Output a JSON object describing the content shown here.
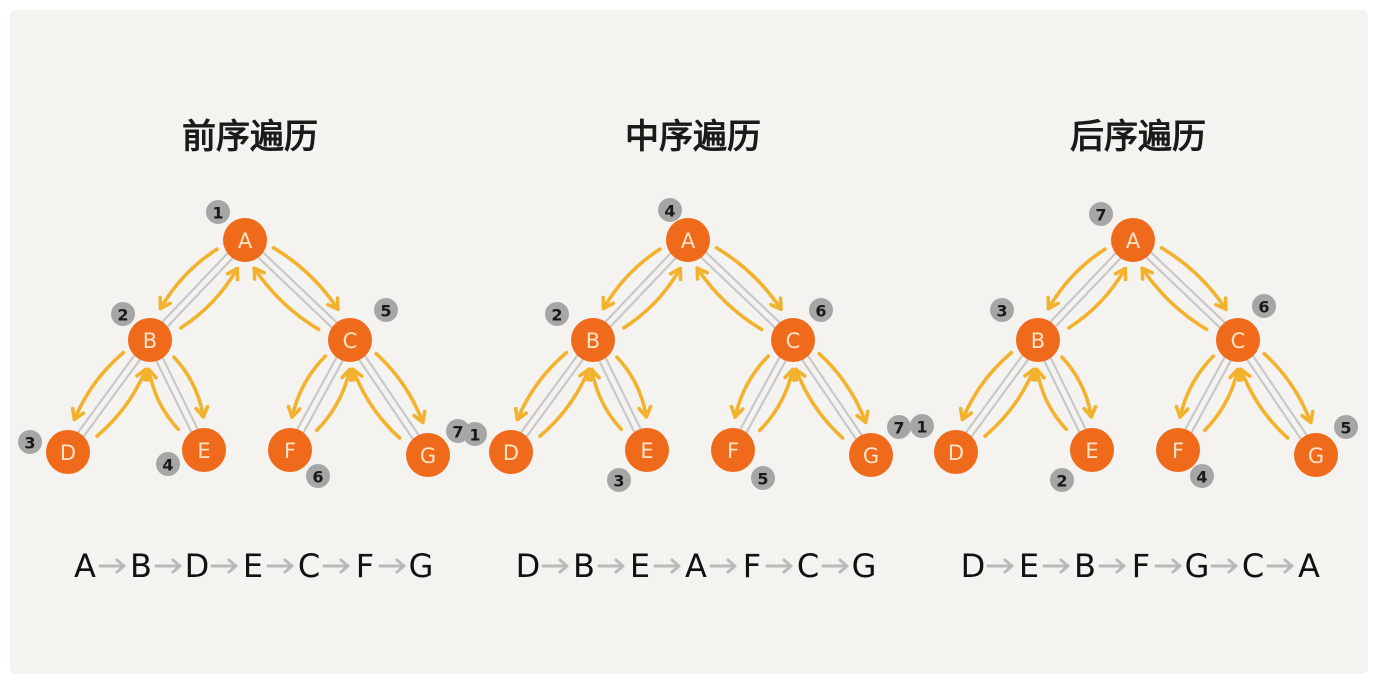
{
  "colors": {
    "background": "#f4f3f0",
    "node_fill": "#f06a1c",
    "node_label": "#ffe4c8",
    "traversal_arrow": "#f2b22e",
    "tree_edge": "#c9c9c9",
    "order_badge": "#a6a6a6",
    "sequence_arrow": "#b9b9b9",
    "text": "#1a1a1a"
  },
  "tree": {
    "nodes": [
      "A",
      "B",
      "C",
      "D",
      "E",
      "F",
      "G"
    ],
    "edges": [
      [
        "A",
        "B"
      ],
      [
        "A",
        "C"
      ],
      [
        "B",
        "D"
      ],
      [
        "B",
        "E"
      ],
      [
        "C",
        "F"
      ],
      [
        "C",
        "G"
      ]
    ]
  },
  "panels": [
    {
      "title": "前序遍历",
      "order": {
        "A": "1",
        "B": "2",
        "D": "3",
        "E": "4",
        "C": "5",
        "F": "6",
        "G": "7"
      },
      "sequence": [
        "A",
        "B",
        "D",
        "E",
        "C",
        "F",
        "G"
      ]
    },
    {
      "title": "中序遍历",
      "order": {
        "D": "1",
        "B": "2",
        "E": "3",
        "A": "4",
        "F": "5",
        "C": "6",
        "G": "7"
      },
      "sequence": [
        "D",
        "B",
        "E",
        "A",
        "F",
        "C",
        "G"
      ]
    },
    {
      "title": "后序遍历",
      "order": {
        "D": "1",
        "E": "2",
        "B": "3",
        "F": "4",
        "G": "5",
        "C": "6",
        "A": "7"
      },
      "sequence": [
        "D",
        "E",
        "B",
        "F",
        "G",
        "C",
        "A"
      ]
    }
  ]
}
